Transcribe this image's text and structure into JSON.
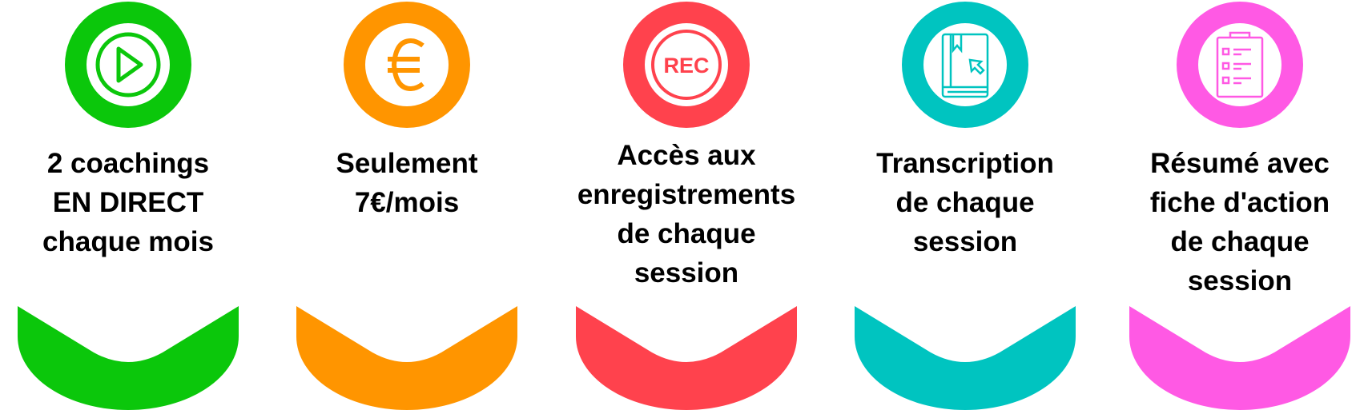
{
  "features": [
    {
      "icon": "play-icon",
      "color": "#0BC70B",
      "lines": [
        "2 coachings",
        "EN DIRECT",
        "chaque mois"
      ]
    },
    {
      "icon": "euro-icon",
      "color": "#FF9500",
      "lines": [
        "Seulement",
        "7€/mois"
      ]
    },
    {
      "icon": "rec-icon",
      "icon_text": "REC",
      "color": "#FF424D",
      "lines": [
        "Accès aux",
        "enregistrements",
        "de chaque",
        "session"
      ]
    },
    {
      "icon": "book-cursor-icon",
      "color": "#00C4C0",
      "lines": [
        "Transcription",
        "de chaque",
        "session"
      ]
    },
    {
      "icon": "checklist-icon",
      "color": "#FF59E4",
      "lines": [
        "Résumé avec",
        "fiche d'action",
        "de chaque",
        "session"
      ]
    }
  ]
}
